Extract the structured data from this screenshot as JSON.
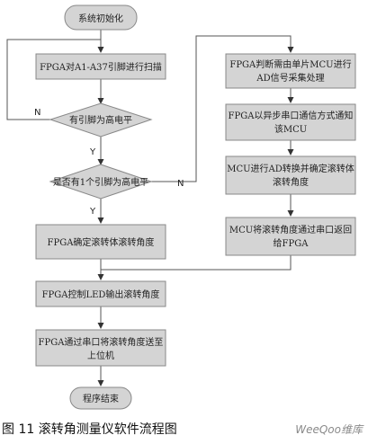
{
  "diagram": {
    "nodes": {
      "start": "系统初始化",
      "scan": "FPGA对A1-A37引脚进行扫描",
      "check_low": "有引脚为高电平",
      "check_multi": "是否有1个引脚为高电平",
      "fpga_angle": "FPGA确定滚转体滚转角度",
      "led_out": "FPGA控制LED输出滚转角度",
      "send_pc": [
        "FPGA通过串口将滚转角度送至",
        "上位机"
      ],
      "end": "程序结束",
      "mcu_ad": [
        "FPGA判断需由单片MCU进行",
        "AD信号采集处理"
      ],
      "notify": [
        "FPGA以异步串口通信方式通知",
        "该MCU"
      ],
      "mcu_conv": [
        "MCU进行AD转换并确定滚转体",
        "滚转角度"
      ],
      "mcu_return": [
        "MCU将滚转角度通过串口返回",
        "给FPGA"
      ]
    },
    "edge_labels": {
      "n1": "N",
      "y1": "Y",
      "n2": "N",
      "y2": "Y"
    }
  },
  "caption": "图 11 滚转角测量仪软件流程图",
  "watermark": "WeeQoo维库"
}
